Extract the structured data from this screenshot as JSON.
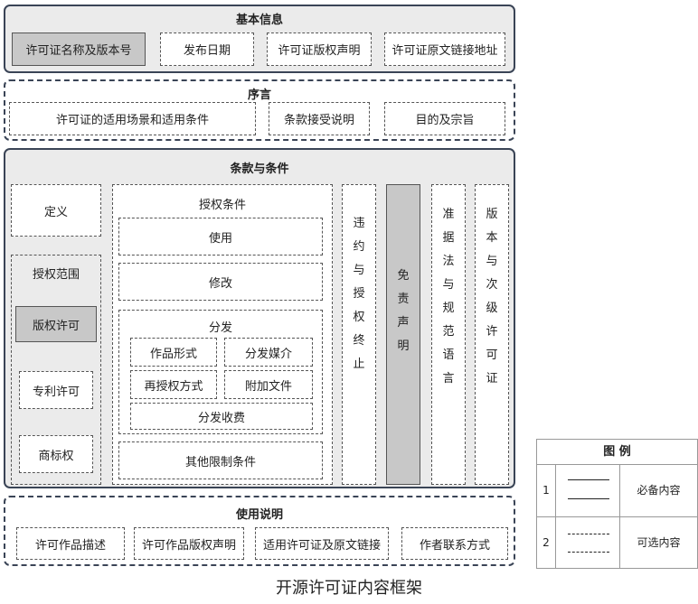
{
  "caption": "开源许可证内容框架",
  "basic_info": {
    "title": "基本信息",
    "items": [
      "许可证名称及版本号",
      "发布日期",
      "许可证版权声明",
      "许可证原文链接地址"
    ]
  },
  "preface": {
    "title": "序言",
    "items": [
      "许可证的适用场景和适用条件",
      "条款接受说明",
      "目的及宗旨"
    ]
  },
  "terms": {
    "title": "条款与条件",
    "definition": "定义",
    "grant_scope": {
      "title": "授权范围",
      "items": [
        "版权许可",
        "专利许可",
        "商标权"
      ]
    },
    "grant_conditions": {
      "title": "授权条件",
      "use": "使用",
      "modify": "修改",
      "distribute": {
        "title": "分发",
        "items": [
          "作品形式",
          "分发媒介",
          "再授权方式",
          "附加文件",
          "分发收费"
        ]
      },
      "other": "其他限制条件"
    },
    "columns": [
      {
        "text": "违约与授权终止",
        "chars": [
          "违",
          "约",
          "与",
          "授",
          "权",
          "终",
          "止"
        ]
      },
      {
        "text": "免责声明",
        "chars": [
          "免",
          "责",
          "声",
          "明"
        ]
      },
      {
        "text": "准据法与规范语言",
        "chars": [
          "准",
          "据",
          "法",
          "与",
          "规",
          "范",
          "语",
          "言"
        ]
      },
      {
        "text": "版本与次级许可证",
        "chars": [
          "版",
          "本",
          "与",
          "次",
          "级",
          "许",
          "可",
          "证"
        ]
      }
    ]
  },
  "usage": {
    "title": "使用说明",
    "items": [
      "许可作品描述",
      "许可作品版权声明",
      "适用许可证及原文链接",
      "作者联系方式"
    ]
  },
  "legend": {
    "title": "图 例",
    "rows": [
      {
        "index": "1",
        "label": "必备内容"
      },
      {
        "index": "2",
        "label": "可选内容"
      }
    ]
  }
}
